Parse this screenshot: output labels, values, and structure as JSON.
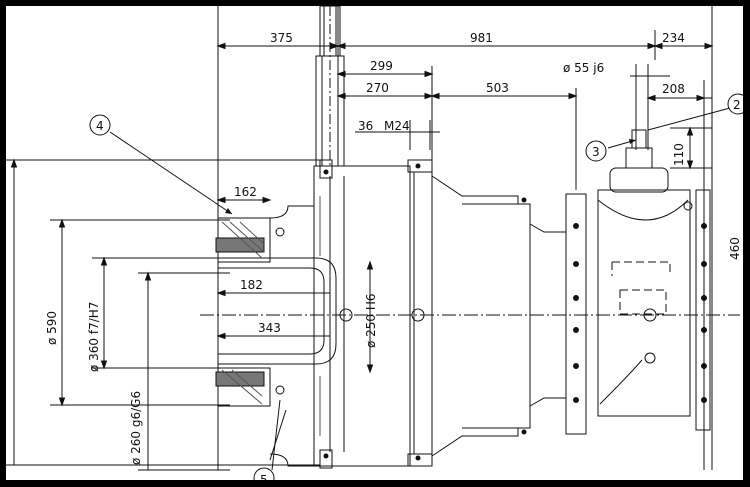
{
  "drawing": {
    "dimensions": {
      "d375": "375",
      "d981": "981",
      "d234": "234",
      "d299": "299",
      "d270": "270",
      "d503": "503",
      "d55j6": "ø 55 j6",
      "d208": "208",
      "d36": "36",
      "m24": "M24",
      "d110": "110",
      "d162": "162",
      "d182": "182",
      "d343": "343",
      "d590": "ø 590",
      "d360": "ø 360 f7/H7",
      "d250": "ø 250 H6",
      "d260": "ø 260 g6/G6",
      "d460": "460"
    },
    "balloons": {
      "b2": "2",
      "b3": "3",
      "b4": "4",
      "b5": "5"
    },
    "colors": {
      "ink": "#111111",
      "frame": "#000000",
      "paper": "#ffffff"
    }
  }
}
